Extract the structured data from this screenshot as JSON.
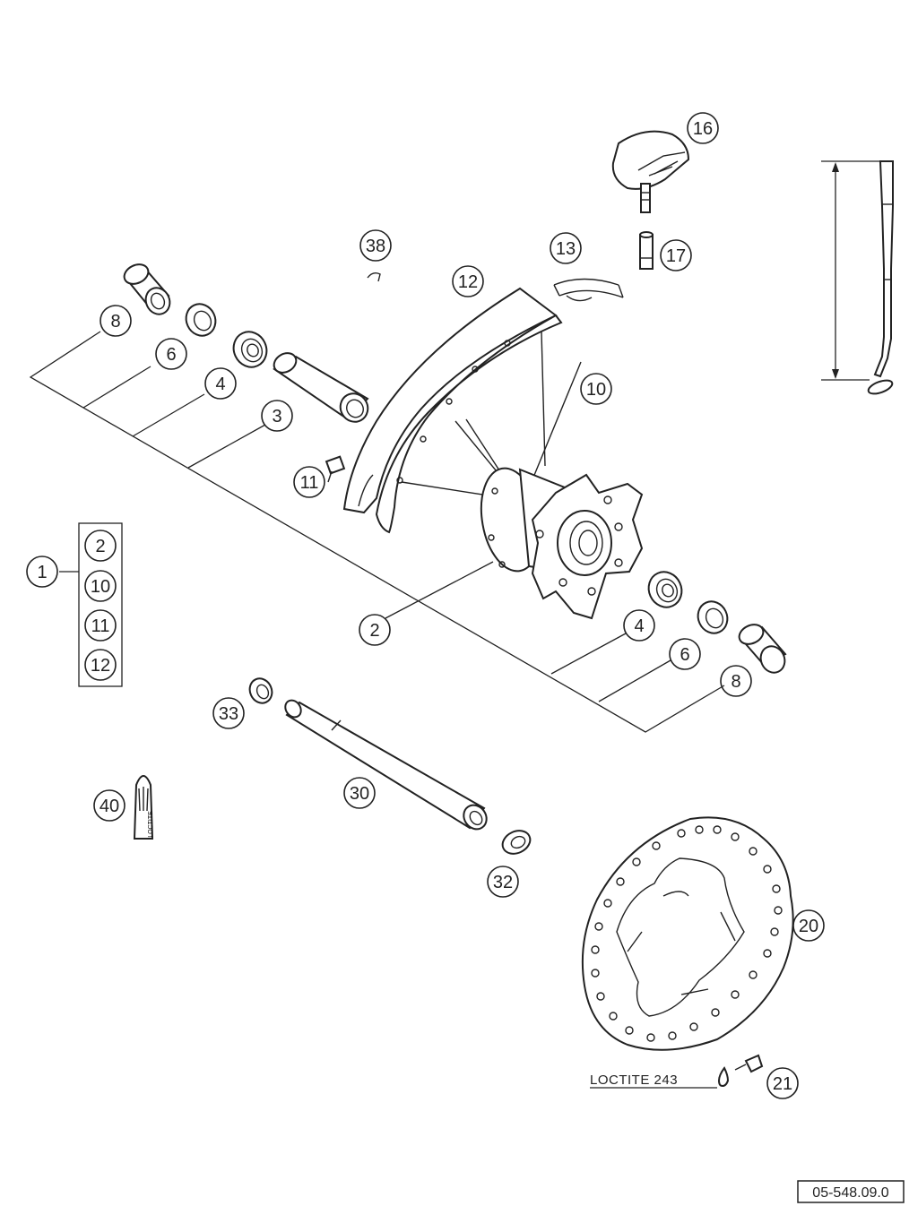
{
  "callouts": {
    "c16": "16",
    "c17": "17",
    "c38": "38",
    "c13": "13",
    "c12": "12",
    "c8a": "8",
    "c6a": "6",
    "c4a": "4",
    "c3": "3",
    "c10": "10",
    "c11": "11",
    "c2": "2",
    "c4b": "4",
    "c6b": "6",
    "c8b": "8",
    "c33": "33",
    "c30": "30",
    "c40": "40",
    "c32": "32",
    "c20": "20",
    "c21": "21",
    "c1": "1"
  },
  "kit_box": {
    "items": [
      "2",
      "10",
      "11",
      "12"
    ]
  },
  "labels": {
    "loctite_note": "LOCTITE 243",
    "loctite_tube_text": "LOCTITE",
    "reference_code": "05-548.09.0"
  }
}
